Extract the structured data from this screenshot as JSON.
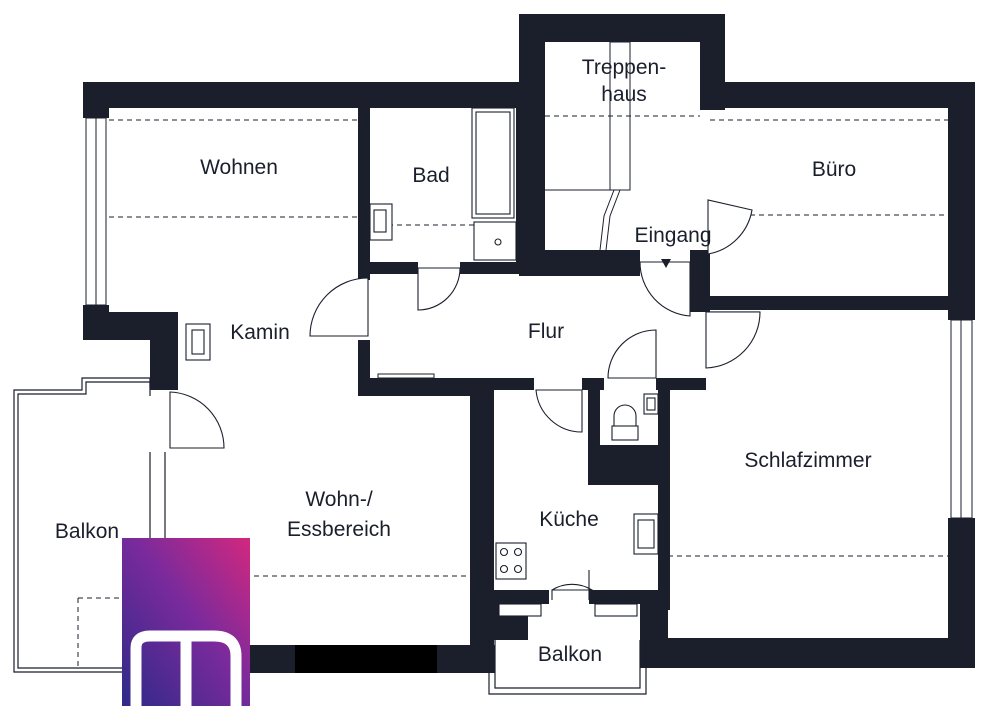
{
  "floorplan": {
    "rooms": [
      {
        "id": "treppenhaus",
        "lines": [
          "Treppen-",
          "haus"
        ]
      },
      {
        "id": "wohnen",
        "lines": [
          "Wohnen"
        ]
      },
      {
        "id": "bad",
        "lines": [
          "Bad"
        ]
      },
      {
        "id": "buero",
        "lines": [
          "Büro"
        ]
      },
      {
        "id": "eingang",
        "lines": [
          "Eingang"
        ]
      },
      {
        "id": "kamin",
        "lines": [
          "Kamin"
        ]
      },
      {
        "id": "flur",
        "lines": [
          "Flur"
        ]
      },
      {
        "id": "schlafzimmer",
        "lines": [
          "Schlafzimmer"
        ]
      },
      {
        "id": "wohn-essbereich",
        "lines": [
          "Wohn-/",
          "Essbereich"
        ]
      },
      {
        "id": "balkon-west",
        "lines": [
          "Balkon"
        ]
      },
      {
        "id": "kueche",
        "lines": [
          "Küche"
        ]
      },
      {
        "id": "balkon-sued",
        "lines": [
          "Balkon"
        ]
      }
    ],
    "colors": {
      "wall": "#1b1f2c",
      "logo_top": "#d3287e",
      "logo_mid": "#7b2a9c",
      "logo_bottom": "#3a2a8c"
    },
    "logo_icon": "m-logo-icon"
  }
}
